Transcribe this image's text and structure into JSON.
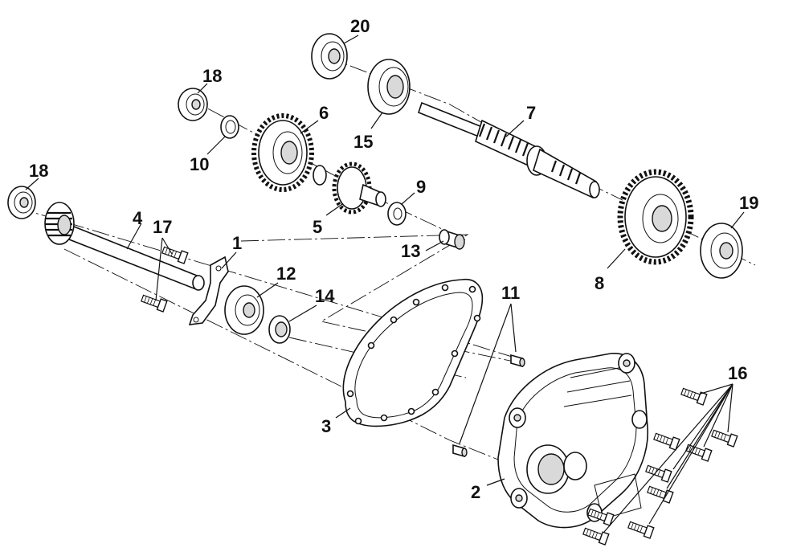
{
  "diagram": {
    "callouts": [
      {
        "id": "c1",
        "text": "1"
      },
      {
        "id": "c2",
        "text": "2"
      },
      {
        "id": "c3",
        "text": "3"
      },
      {
        "id": "c4",
        "text": "4"
      },
      {
        "id": "c5",
        "text": "5"
      },
      {
        "id": "c6",
        "text": "6"
      },
      {
        "id": "c7",
        "text": "7"
      },
      {
        "id": "c8",
        "text": "8"
      },
      {
        "id": "c9",
        "text": "9"
      },
      {
        "id": "c10",
        "text": "10"
      },
      {
        "id": "c11",
        "text": "11"
      },
      {
        "id": "c12",
        "text": "12"
      },
      {
        "id": "c13",
        "text": "13"
      },
      {
        "id": "c14",
        "text": "14"
      },
      {
        "id": "c15",
        "text": "15"
      },
      {
        "id": "c16",
        "text": "16"
      },
      {
        "id": "c17",
        "text": "17"
      },
      {
        "id": "c18a",
        "text": "18"
      },
      {
        "id": "c18b",
        "text": "18"
      },
      {
        "id": "c19",
        "text": "19"
      },
      {
        "id": "c20",
        "text": "20"
      }
    ]
  }
}
